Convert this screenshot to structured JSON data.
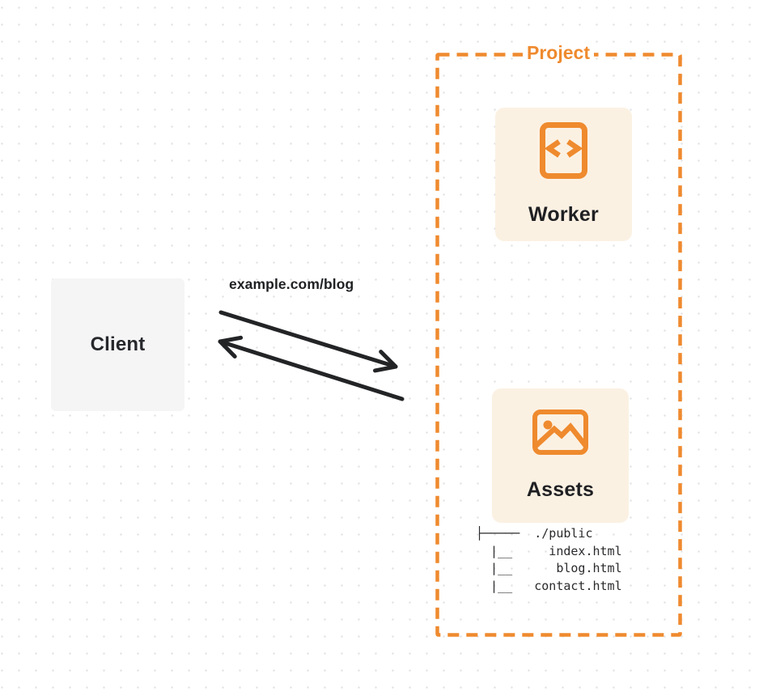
{
  "colors": {
    "accent_orange": "#EF8A2E",
    "card_background": "#FBF1E3",
    "client_background": "#F5F5F6",
    "ink": "#222326",
    "grid_dot": "#E2E2E4"
  },
  "client": {
    "label": "Client"
  },
  "request_flow": {
    "url_label": "example.com/blog",
    "request_arrow": "client-to-project",
    "response_arrow": "project-to-client"
  },
  "project": {
    "title": "Project",
    "nodes": [
      {
        "label": "Worker",
        "icon": "code-file-icon"
      },
      {
        "label": "Assets",
        "icon": "image-icon"
      }
    ],
    "assets_tree": {
      "lines": [
        "├─────  ./public",
        "  |__     index.html",
        "  |__      blog.html",
        "  |__   contact.html"
      ]
    }
  }
}
